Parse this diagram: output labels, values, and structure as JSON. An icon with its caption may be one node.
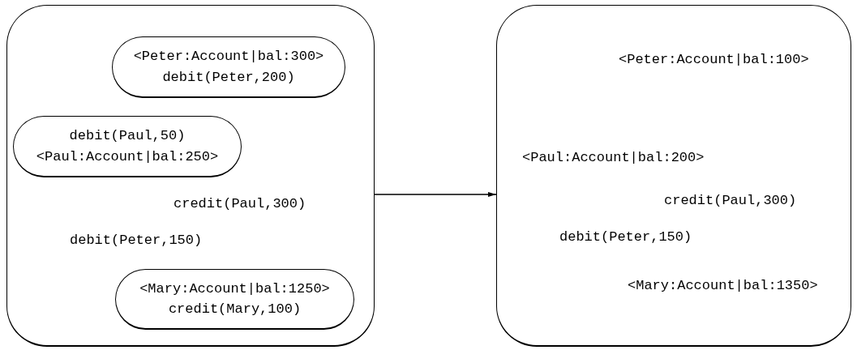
{
  "diagram": {
    "nodes": [
      {
        "text": [
          "credit(Paul,300)",
          "debit(Peter,150)"
        ]
      },
      {
        "text": [
          "<Peter:Account|bal:300>",
          "debit(Peter,200)"
        ],
        "in": 0
      },
      {
        "text": [
          "debit(Paul,50)",
          "<Paul:Account|bal:250>"
        ],
        "in": 0
      },
      {
        "text": [
          "<Mary:Account|bal:1250>",
          "credit(Mary,100)"
        ],
        "in": 0
      },
      {
        "text": [
          "<Peter:Account|bal:100>",
          "<Paul:Account|bal:200>",
          "credit(Paul,300)",
          "debit(Peter,150)",
          "<Mary:Account|bal:1350>"
        ]
      }
    ],
    "edges": [
      {
        "from": 0,
        "to": 4,
        "arrow": "to"
      }
    ]
  }
}
